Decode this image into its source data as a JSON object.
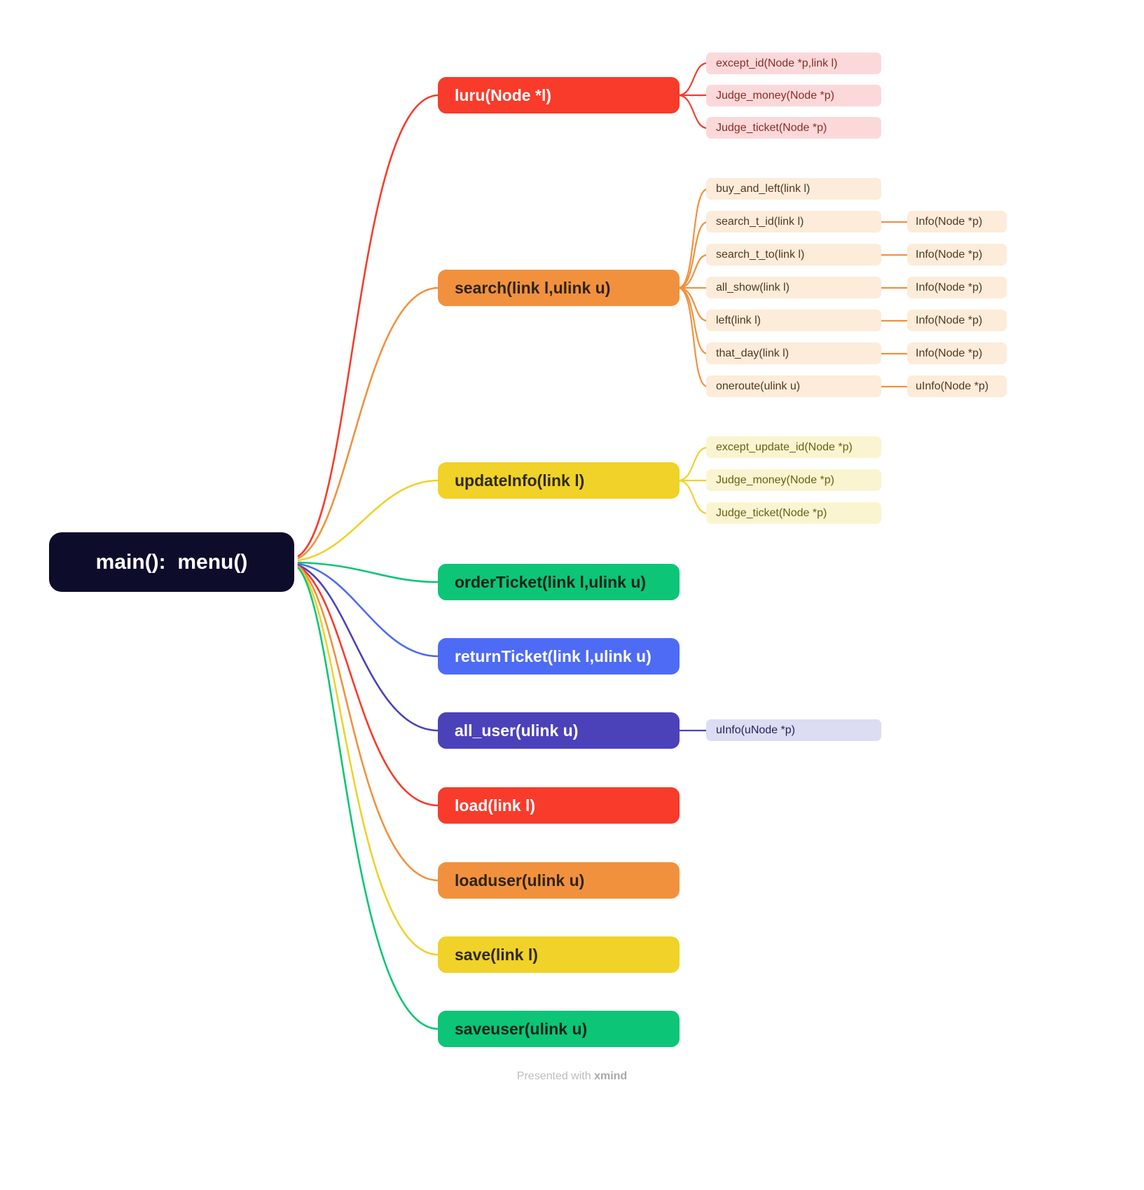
{
  "root": {
    "label": "main():  menu()"
  },
  "branches": [
    {
      "label": "luru(Node *l)",
      "color": "#f83b2b",
      "children": [
        {
          "label": "except_id(Node *p,link l)"
        },
        {
          "label": "Judge_money(Node *p)"
        },
        {
          "label": "Judge_ticket(Node *p)"
        }
      ]
    },
    {
      "label": "search(link l,ulink u)",
      "color": "#f1913e",
      "children": [
        {
          "label": "buy_and_left(link l)"
        },
        {
          "label": "search_t_id(link l)",
          "child": {
            "label": "Info(Node *p)"
          }
        },
        {
          "label": "search_t_to(link l)",
          "child": {
            "label": "Info(Node *p)"
          }
        },
        {
          "label": "all_show(link l)",
          "child": {
            "label": "Info(Node *p)"
          }
        },
        {
          "label": "left(link l)",
          "child": {
            "label": "Info(Node *p)"
          }
        },
        {
          "label": "that_day(link l)",
          "child": {
            "label": "Info(Node *p)"
          }
        },
        {
          "label": "oneroute(ulink u)",
          "child": {
            "label": "uInfo(Node *p)"
          }
        }
      ]
    },
    {
      "label": "updateInfo(link l)",
      "color": "#f0d229",
      "children": [
        {
          "label": "except_update_id(Node *p)"
        },
        {
          "label": "Judge_money(Node *p)"
        },
        {
          "label": "Judge_ticket(Node *p)"
        }
      ]
    },
    {
      "label": "orderTicket(link l,ulink u)",
      "color": "#0cc576"
    },
    {
      "label": "returnTicket(link l,ulink u)",
      "color": "#4e6bf5"
    },
    {
      "label": "all_user(ulink u)",
      "color": "#4b42ba",
      "children": [
        {
          "label": "uInfo(uNode *p)"
        }
      ]
    },
    {
      "label": "load(link l)",
      "color": "#f83b2b"
    },
    {
      "label": "loaduser(ulink u)",
      "color": "#f1913e"
    },
    {
      "label": "save(link l)",
      "color": "#f0d229"
    },
    {
      "label": "saveuser(ulink u)",
      "color": "#0cc576"
    }
  ],
  "footer": {
    "prefix": "Presented with ",
    "brand": "xmind"
  },
  "palette": {
    "root_bg": "#0d0d2b",
    "red": "#f83b2b",
    "orange": "#f1913e",
    "yellow": "#f0d229",
    "green": "#0cc576",
    "blue": "#4e6bf5",
    "indigo": "#4b42ba",
    "pink_child_bg": "#fbd9da",
    "peach_child_bg": "#fcecd9",
    "lemon_child_bg": "#faf5d0",
    "lavender_child_bg": "#dcdcf2"
  }
}
